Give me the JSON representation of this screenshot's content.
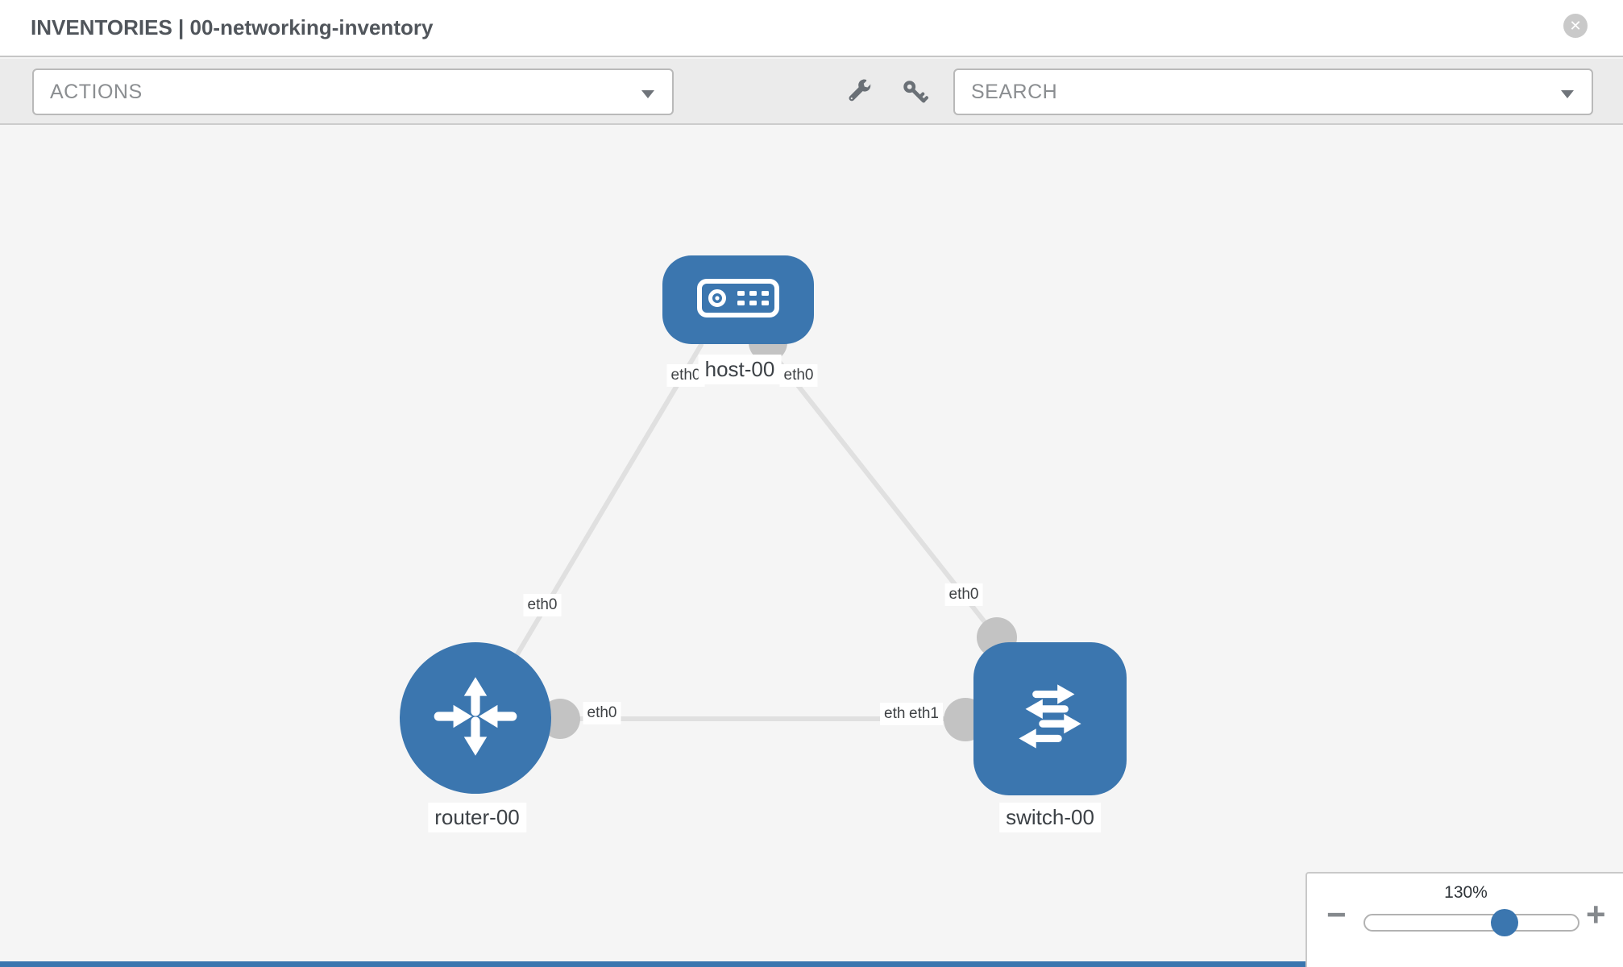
{
  "header": {
    "title": "INVENTORIES | 00-networking-inventory",
    "close_icon": "✕"
  },
  "toolbar": {
    "actions_label": "ACTIONS",
    "search_placeholder": "SEARCH"
  },
  "topology": {
    "nodes": [
      {
        "label": "host-00",
        "type": "host"
      },
      {
        "label": "router-00",
        "type": "router"
      },
      {
        "label": "switch-00",
        "type": "switch"
      }
    ],
    "interfaces": {
      "host_left": "eth0",
      "host_right": "eth0",
      "host_router_link": "eth0",
      "host_switch_link": "eth0",
      "router_switch_router_side": "eth0",
      "router_switch_switch_side_back": "eth0",
      "router_switch_switch_side_front": "eth1"
    }
  },
  "zoom_control": {
    "level": "130%",
    "minus": "−",
    "plus": "+"
  },
  "colors": {
    "node_blue": "#3b76af",
    "port_gray": "#c3c3c3",
    "link_gray": "#e0e0e0",
    "canvas_bg": "#f5f5f5",
    "toolbar_bg": "#ebebeb"
  }
}
